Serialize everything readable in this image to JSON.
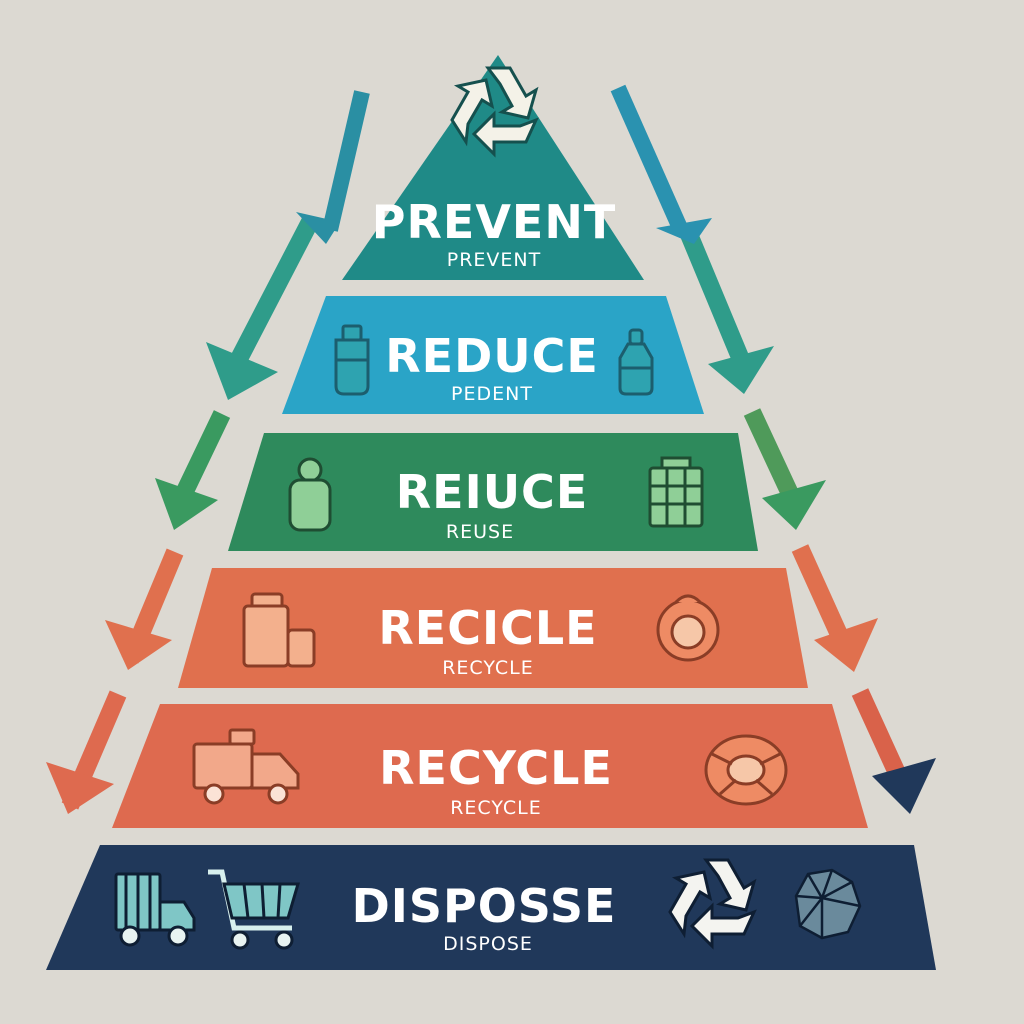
{
  "tiers": [
    {
      "title": "PREVENT",
      "subtitle": "PREVENT",
      "color": "#1f8a87"
    },
    {
      "title": "REDUCE",
      "subtitle": "PEDENT",
      "color": "#2aa4c7"
    },
    {
      "title": "REIUCE",
      "subtitle": "REUSE",
      "color": "#2e8a5c"
    },
    {
      "title": "RECICLE",
      "subtitle": "RECYCLE",
      "color": "#e0704e"
    },
    {
      "title": "RECYCLE",
      "subtitle": "RECYCLE",
      "color": "#de6a4f"
    },
    {
      "title": "DISPOSSE",
      "subtitle": "DISPOSE",
      "color": "#20385a"
    }
  ],
  "arrow_colors": [
    "#2a8fa3",
    "#2e8a5c",
    "#e0704e",
    "#20385a"
  ],
  "icons": [
    "recycle-icon",
    "bottle-icon",
    "jar-icon",
    "crate-icon",
    "containers-icon",
    "ball-icon",
    "truck-icon",
    "rubber-ring-icon",
    "cart-icon",
    "recycle-icon",
    "crumpled-paper-icon"
  ]
}
